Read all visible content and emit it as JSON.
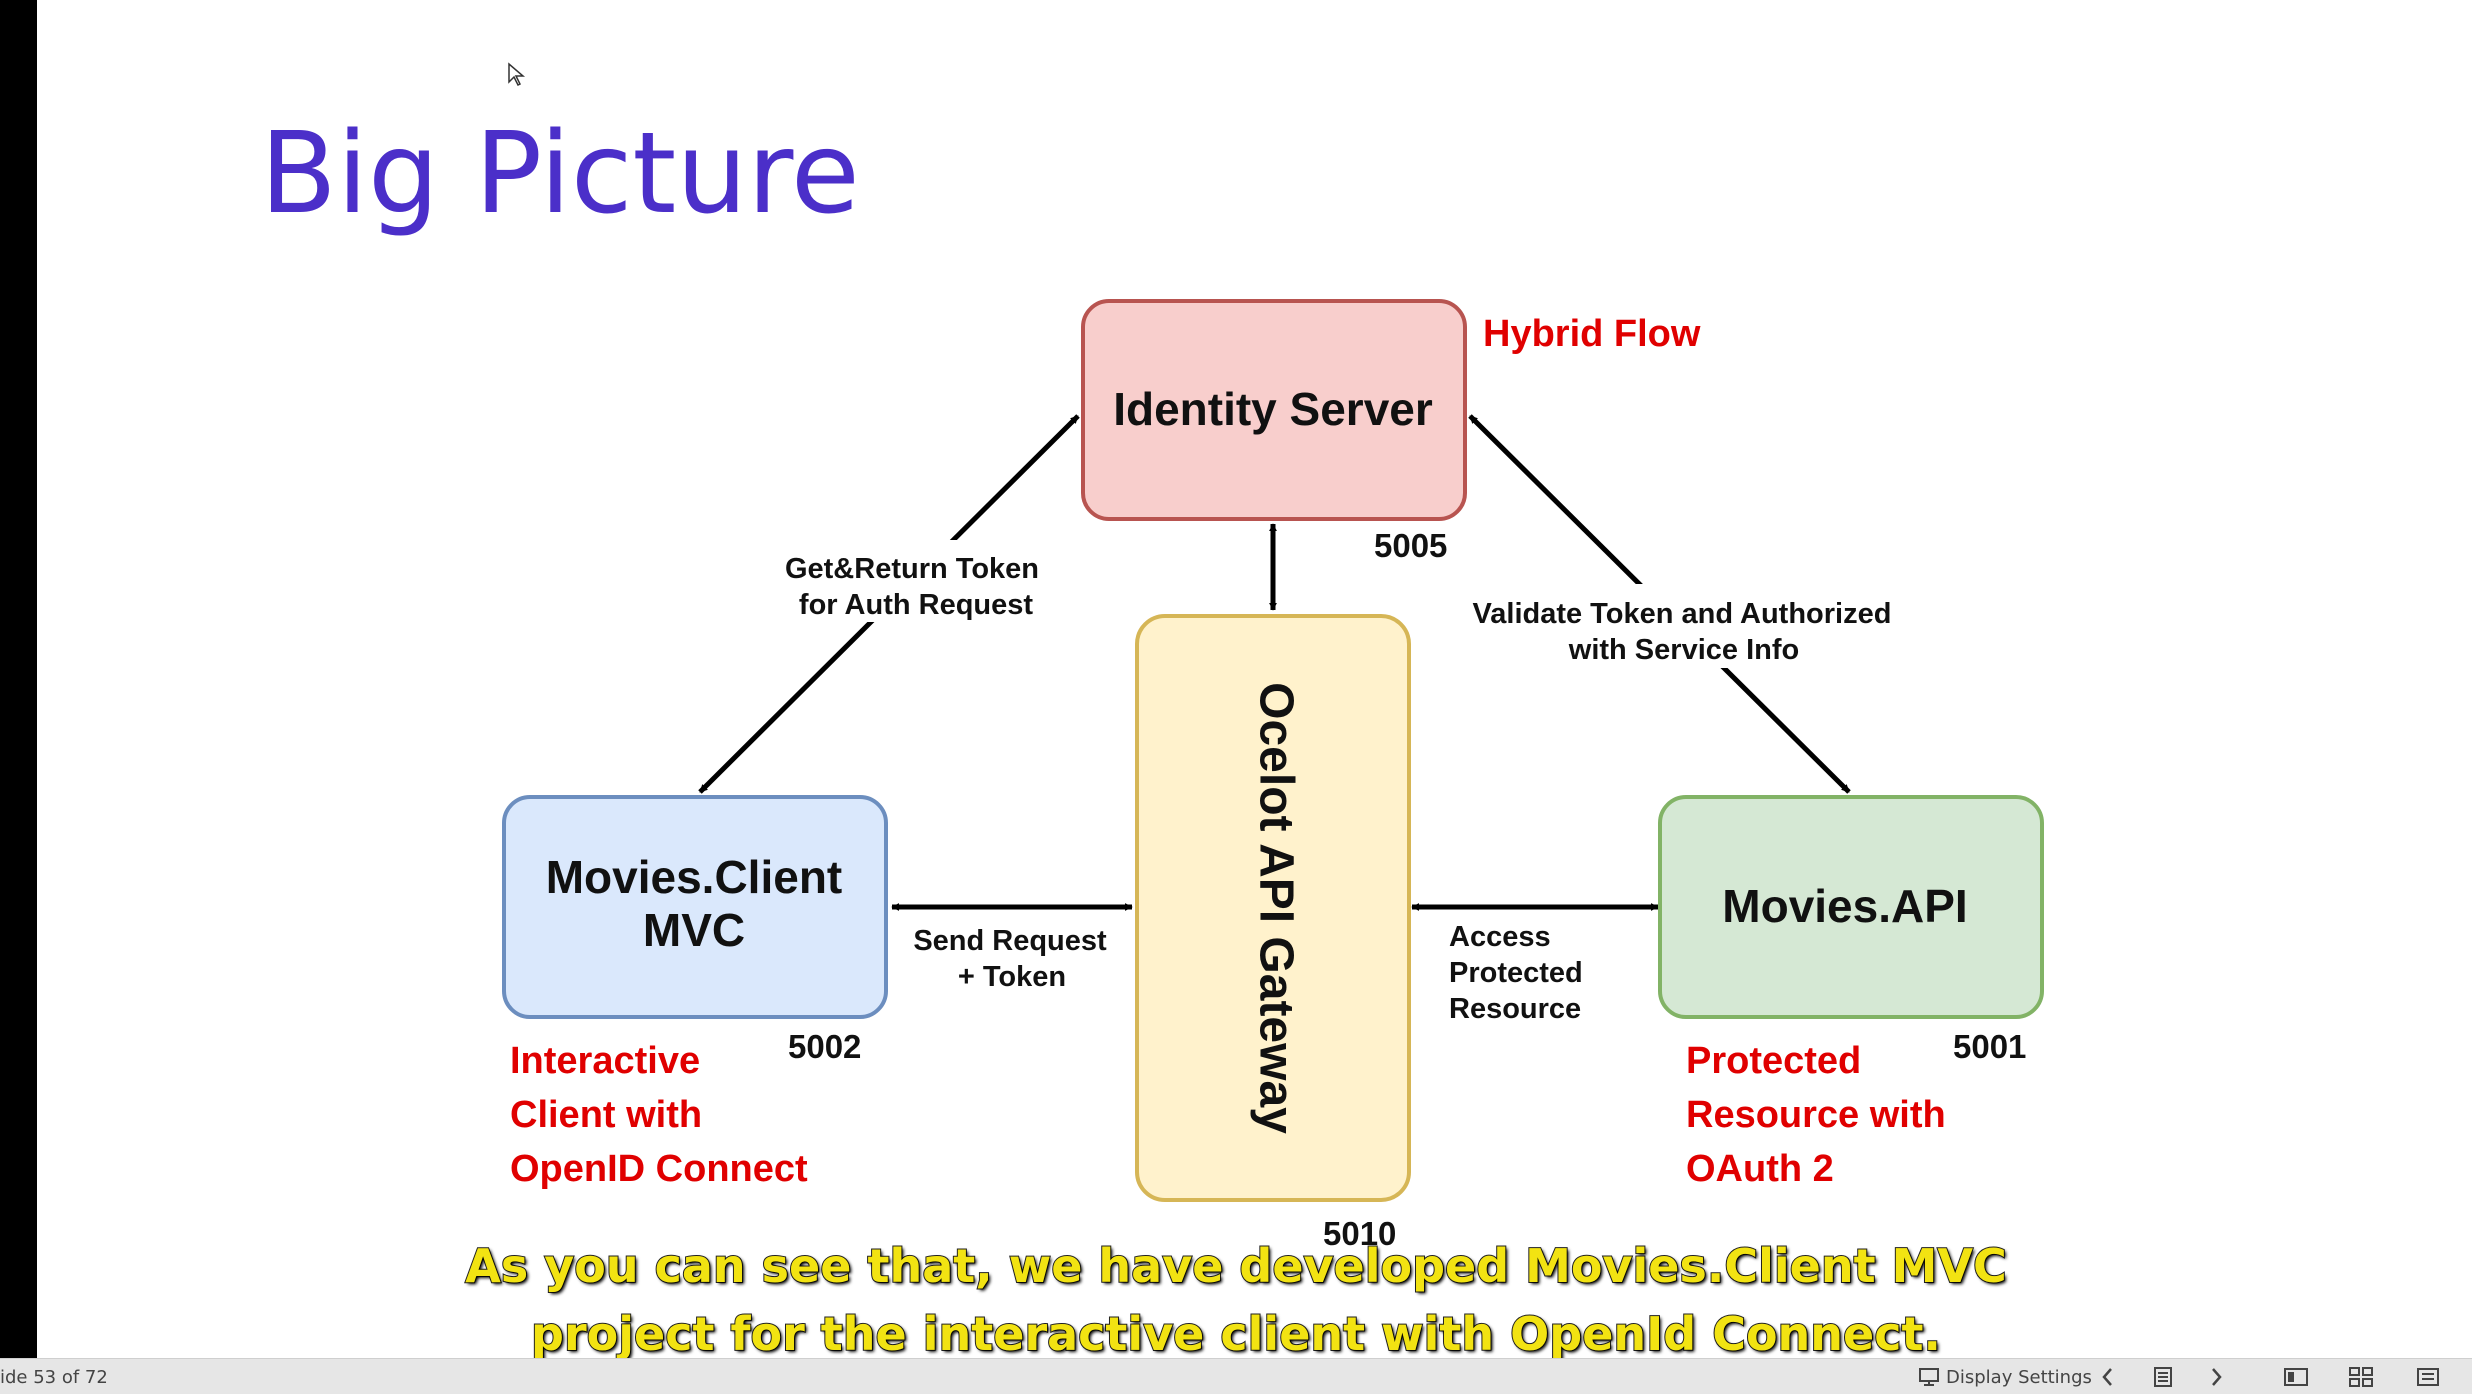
{
  "slide": {
    "title": "Big Picture"
  },
  "diagram": {
    "identity_server": {
      "label": "Identity Server",
      "port": "5005",
      "flow_note": "Hybrid Flow"
    },
    "gateway": {
      "label": "Ocelot API Gateway",
      "port": "5010"
    },
    "client": {
      "label_line1": "Movies.Client",
      "label_line2": "MVC",
      "port": "5002",
      "note_line1": "Interactive",
      "note_line2": "Client with",
      "note_line3": "OpenID Connect"
    },
    "api": {
      "label": "Movies.API",
      "port": "5001",
      "note_line1": "Protected",
      "note_line2": "Resource with",
      "note_line3": "OAuth 2"
    },
    "edges": {
      "token_line1": "Get&Return Token",
      "token_line2": "for Auth Request",
      "validate_line1": "Validate Token and Authorized",
      "validate_line2": "with Service Info",
      "send_line1": "Send Request",
      "send_line2": "+ Token",
      "access_line1": "Access",
      "access_line2": "Protected",
      "access_line3": "Resource"
    },
    "colors": {
      "identity_fill": "#f8cecc",
      "identity_stroke": "#b85450",
      "gateway_fill": "#fff2cc",
      "gateway_stroke": "#d6b656",
      "client_fill": "#dae8fc",
      "client_stroke": "#6c8ebf",
      "api_fill": "#d5e8d4",
      "api_stroke": "#82b366",
      "note_red": "#e00000",
      "title": "#4b2fc9"
    }
  },
  "subtitles": {
    "line1": "As you can see that, we have developed Movies.Client MVC",
    "line2": "project for the interactive client with OpenId Connect."
  },
  "status_bar": {
    "slide_counter": "ide 53 of 72",
    "display_settings": "Display Settings"
  }
}
